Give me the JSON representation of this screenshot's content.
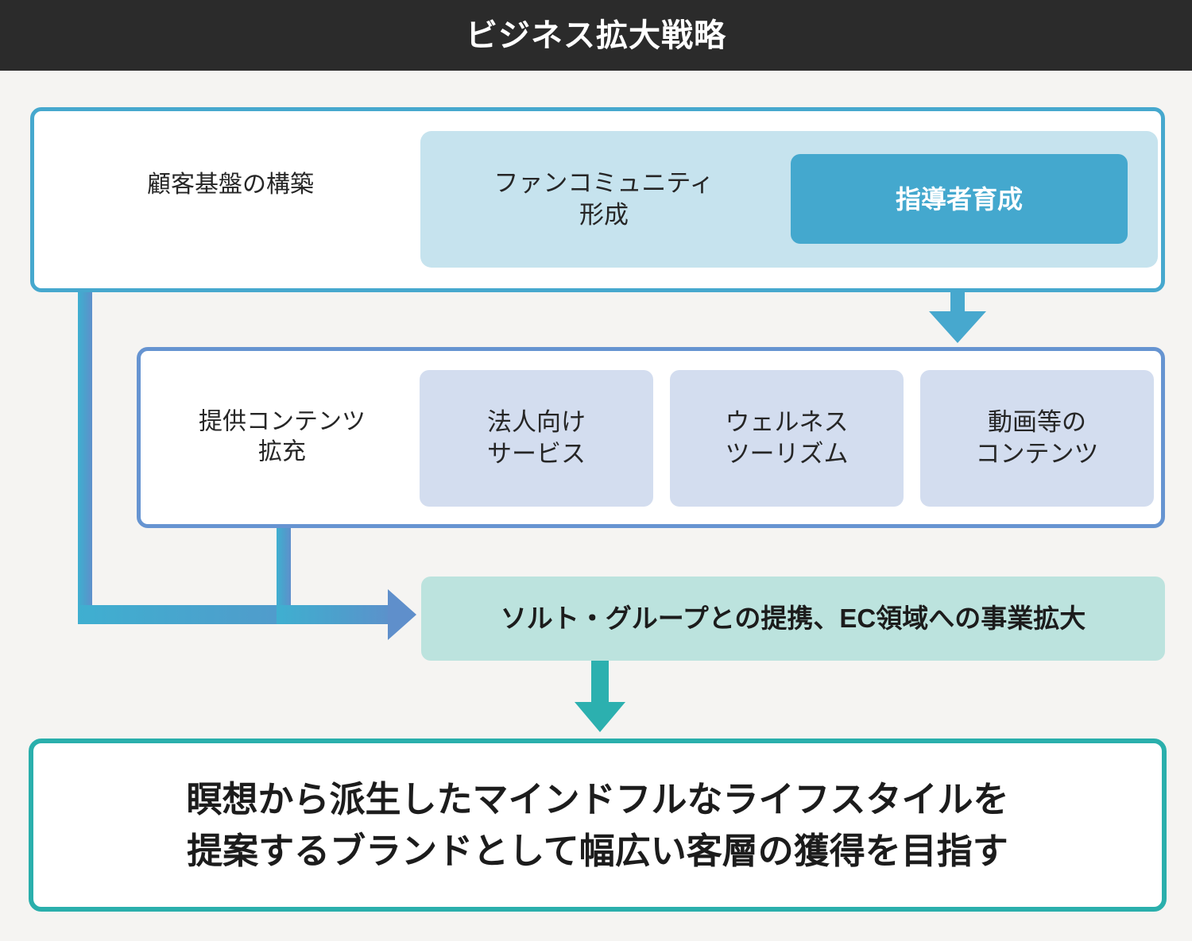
{
  "header": {
    "title": "ビジネス拡大戦略"
  },
  "colors": {
    "header_bg": "#2B2B2B",
    "page_bg": "#F5F4F2",
    "row1_border": "#46A8CE",
    "row1_panel": "#C6E3EE",
    "accent_blue": "#44A8CE",
    "row2_border": "#6694D1",
    "row2_chip": "#D3DDEF",
    "band_green": "#BCE3DE",
    "teal": "#2AAFAC",
    "arrow_gradient_start": "#3FAFD0",
    "arrow_gradient_end": "#5B8FCC"
  },
  "rows": [
    {
      "id": "customer-base",
      "label": "顧客基盤の構築",
      "items": [
        {
          "id": "fan-community",
          "label": "ファンコミュニティ\n形成",
          "style": "plain"
        },
        {
          "id": "leader-development",
          "label": "指導者育成",
          "style": "highlighted"
        }
      ]
    },
    {
      "id": "content-expansion",
      "label": "提供コンテンツ\n拡充",
      "items": [
        {
          "id": "corporate-service",
          "label": "法人向け\nサービス",
          "style": "chip"
        },
        {
          "id": "wellness-tourism",
          "label": "ウェルネス\nツーリズム",
          "style": "chip"
        },
        {
          "id": "video-content",
          "label": "動画等の\nコンテンツ",
          "style": "chip"
        }
      ]
    }
  ],
  "band": {
    "id": "partnership-ec",
    "label": "ソルト・グループとの提携、EC領域への事業拡大"
  },
  "conclusion": {
    "id": "brand-goal",
    "label": "瞑想から派生したマインドフルなライフスタイルを\n提案するブランドとして幅広い客層の獲得を目指す"
  },
  "connectors": [
    {
      "id": "leader-to-content",
      "from": "leader-development",
      "to": "content-expansion",
      "direction": "down",
      "color": "#47A8CE"
    },
    {
      "id": "customer-base-to-band",
      "from": "customer-base",
      "to": "partnership-ec",
      "direction": "right",
      "color": "gradient"
    },
    {
      "id": "content-to-band",
      "from": "content-expansion",
      "to": "partnership-ec",
      "direction": "right",
      "color": "gradient"
    },
    {
      "id": "band-to-conclusion",
      "from": "partnership-ec",
      "to": "brand-goal",
      "direction": "down",
      "color": "#2CB0AF"
    }
  ]
}
